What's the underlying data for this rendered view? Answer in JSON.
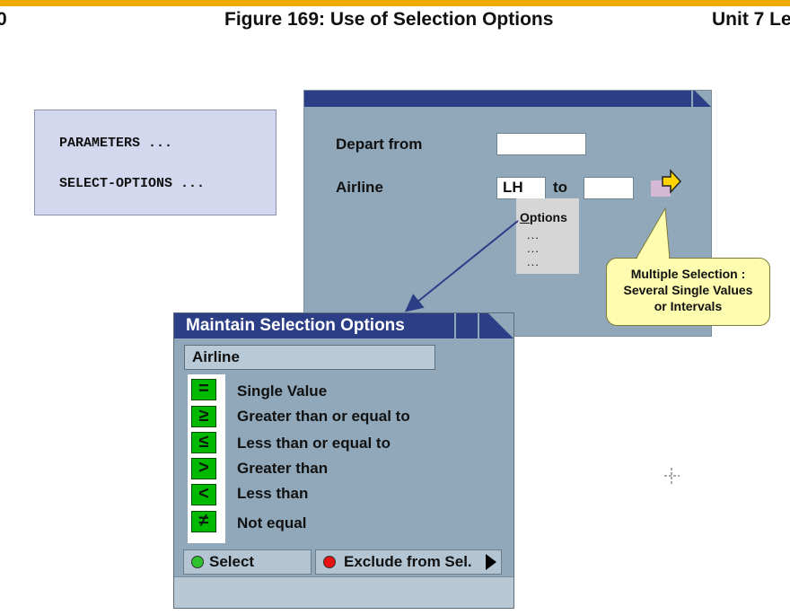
{
  "header": {
    "left": "0",
    "title": "Figure 169: Use of Selection Options",
    "right": "Unit 7 Le"
  },
  "code": {
    "line1": "PARAMETERS ...",
    "line2": "SELECT-OPTIONS ..."
  },
  "screen": {
    "depart_label": "Depart from",
    "depart_value": "",
    "airline_label": "Airline",
    "airline_value": "LH",
    "to_label": "to",
    "to_value": "",
    "options_menu": {
      "title": "Options",
      "items": [
        "...",
        "...",
        "..."
      ]
    }
  },
  "callout": {
    "line1": "Multiple Selection :",
    "line2": "Several Single Values",
    "line3": "or Intervals"
  },
  "dialog": {
    "title": "Maintain Selection Options",
    "field": "Airline",
    "options": [
      {
        "symbol": "=",
        "label": "Single Value"
      },
      {
        "symbol": "≥",
        "label": "Greater than or equal to"
      },
      {
        "symbol": "≤",
        "label": "Less than or equal to"
      },
      {
        "symbol": ">",
        "label": "Greater than"
      },
      {
        "symbol": "<",
        "label": "Less than"
      },
      {
        "symbol": "≠",
        "label": "Not equal"
      }
    ],
    "select_label": "Select",
    "exclude_label": "Exclude from Sel."
  },
  "colors": {
    "accent_bar": "#f0ab00",
    "title_bar": "#2b3e86",
    "screen_bg": "#90a8b9",
    "op_button": "#00b900",
    "callout_bg": "#fefcae"
  }
}
